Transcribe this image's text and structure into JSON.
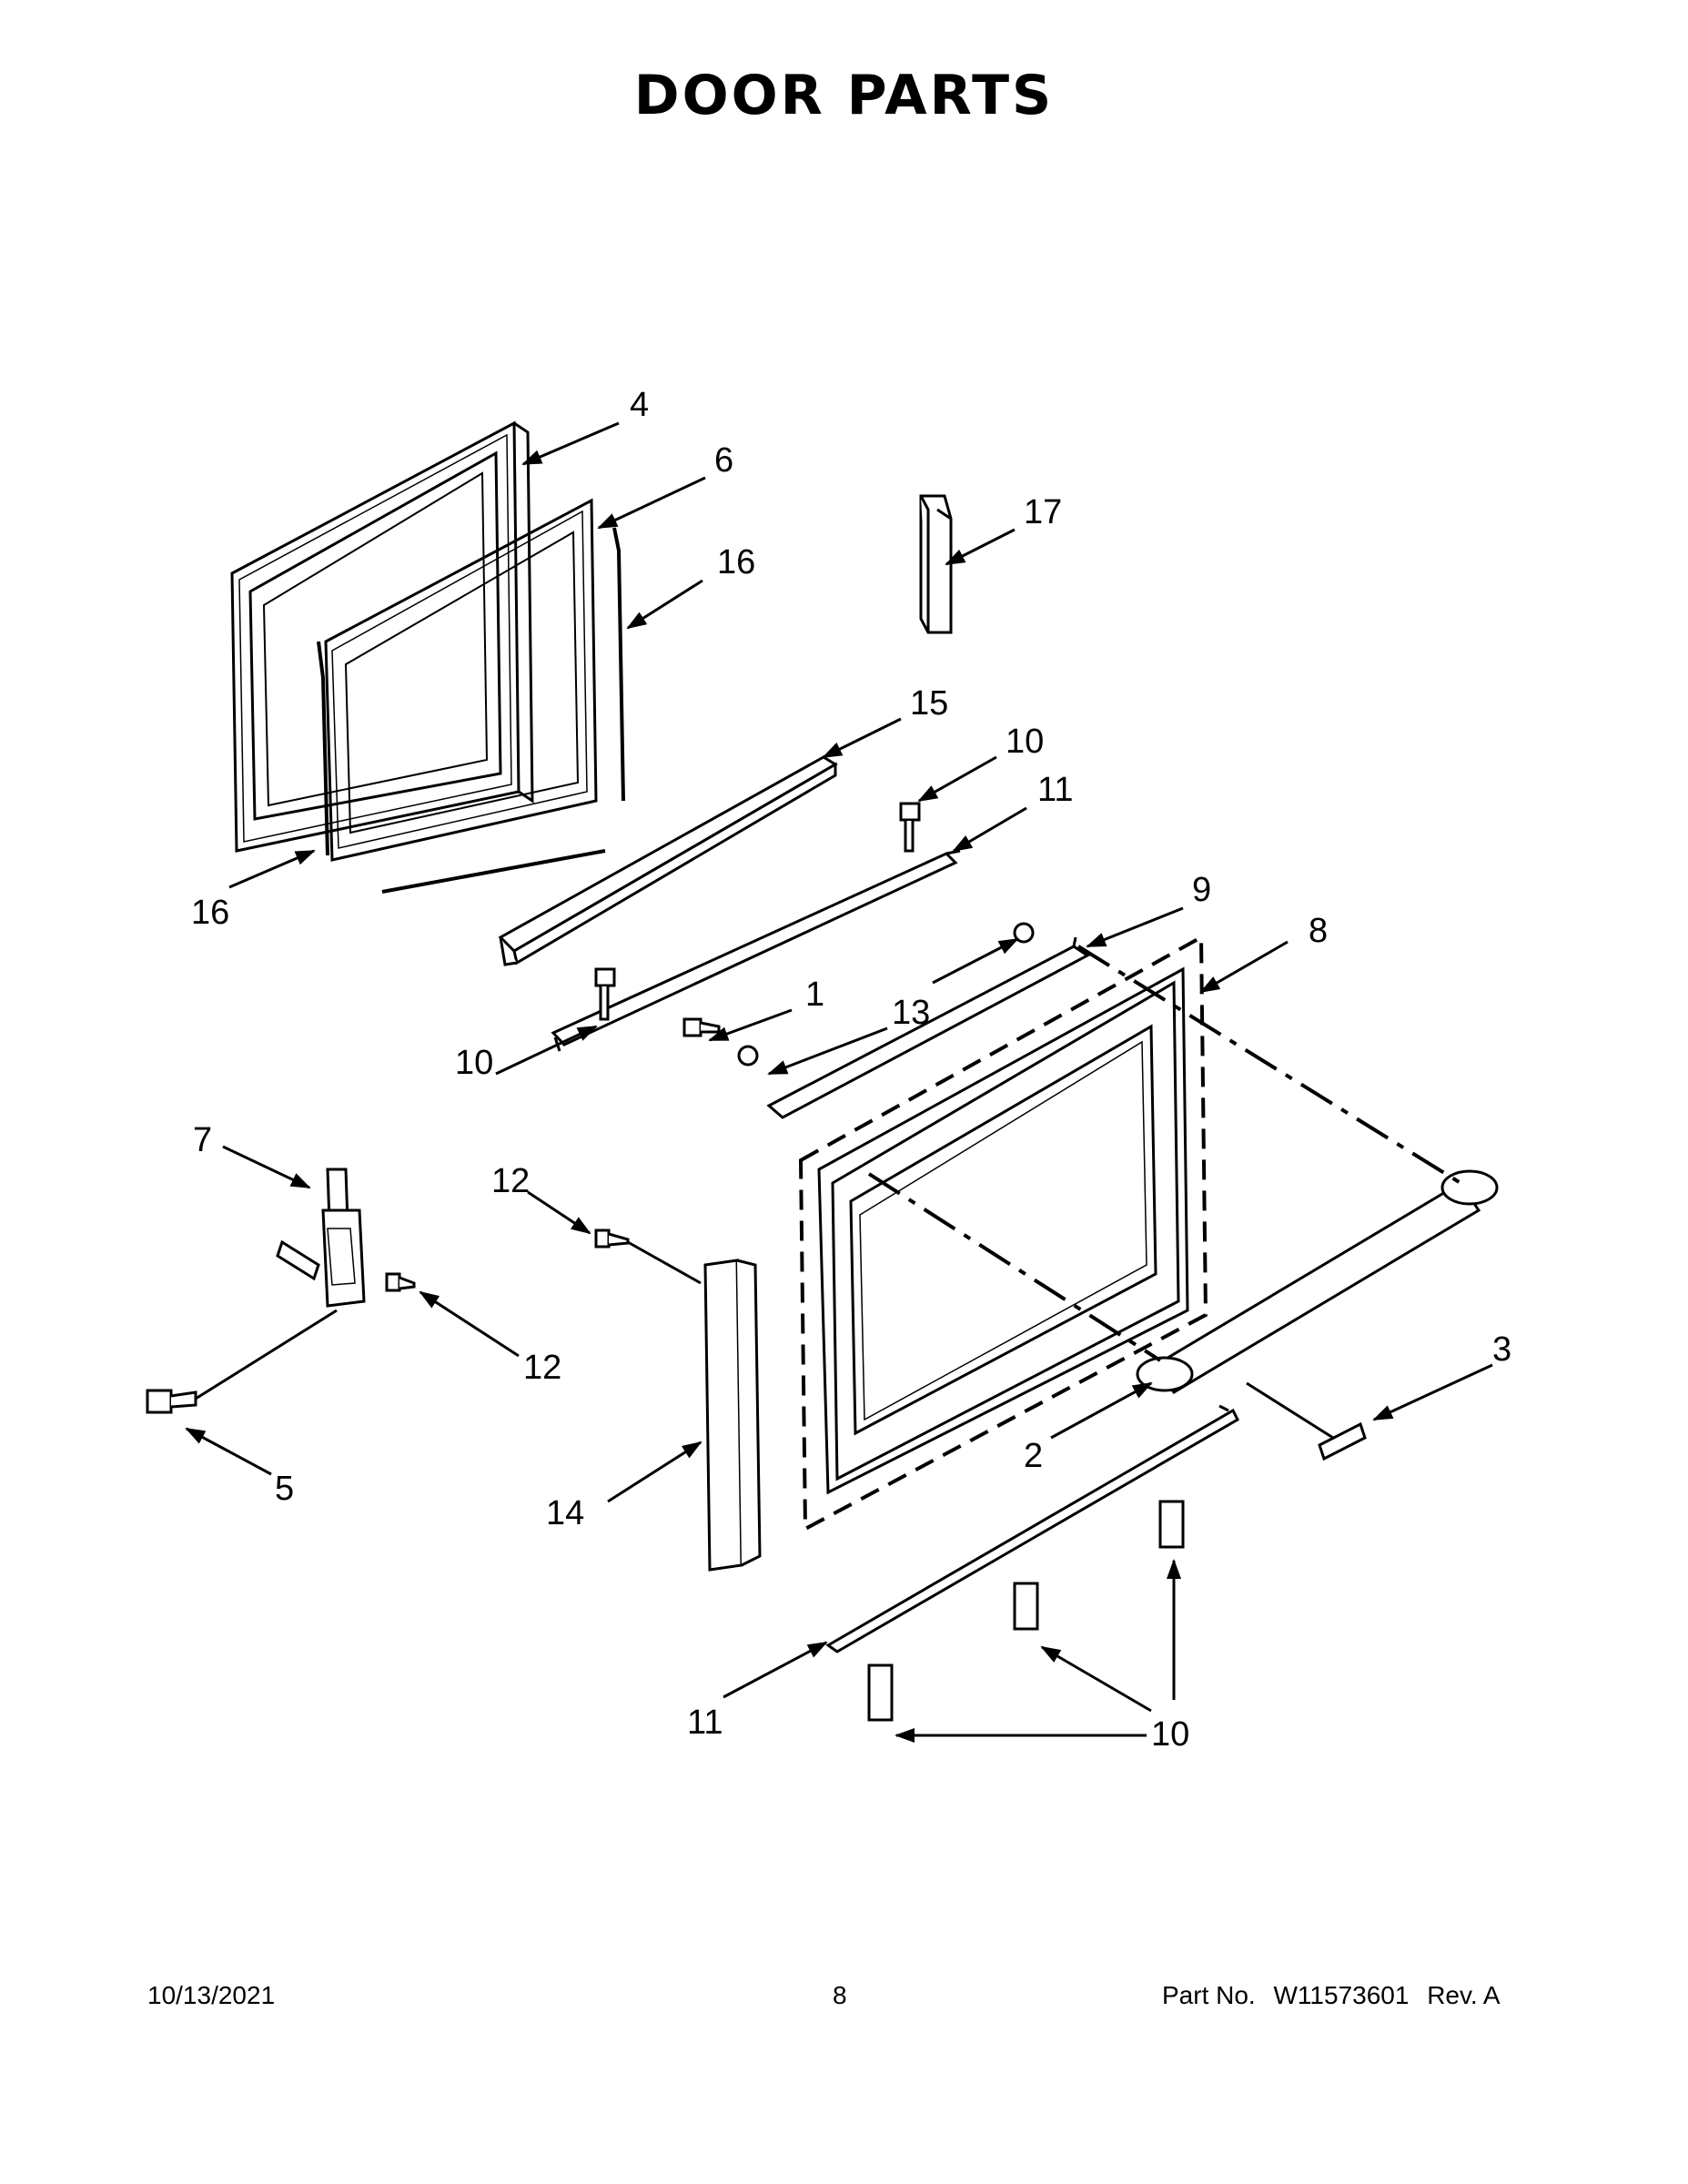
{
  "title": "DOOR PARTS",
  "callouts": {
    "c4": "4",
    "c6": "6",
    "c16a": "16",
    "c17": "17",
    "c16b": "16",
    "c15": "15",
    "c10a": "10",
    "c11a": "11",
    "c9": "9",
    "c8": "8",
    "c10b": "10",
    "c1": "1",
    "c13": "13",
    "c7": "7",
    "c12a": "12",
    "c12b": "12",
    "c5": "5",
    "c3": "3",
    "c2": "2",
    "c14": "14",
    "c11b": "11",
    "c10c": "10"
  },
  "footer": {
    "date": "10/13/2021",
    "page": "8",
    "part_label": "Part No.",
    "part_number": "W11573601",
    "rev": "Rev. A"
  }
}
